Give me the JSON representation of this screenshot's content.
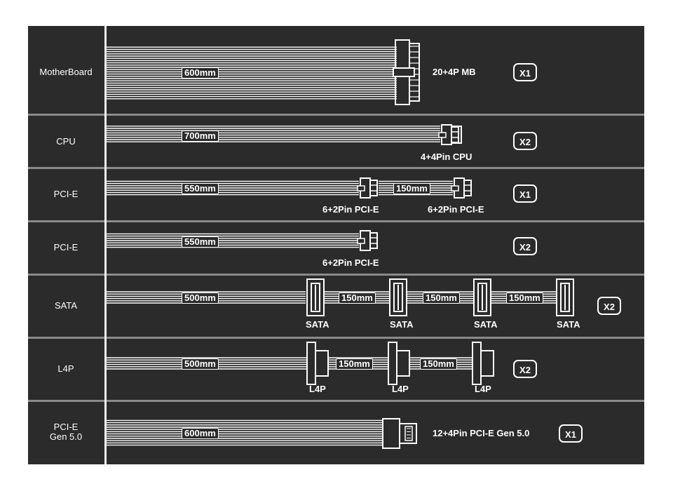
{
  "rows": [
    {
      "label": "MotherBoard",
      "cable": "600mm",
      "connectors": [
        "20+4P MB"
      ],
      "segments": [],
      "qty": "X1"
    },
    {
      "label": "CPU",
      "cable": "700mm",
      "connectors": [
        "4+4Pin CPU"
      ],
      "segments": [],
      "qty": "X2"
    },
    {
      "label": "PCI-E",
      "cable": "550mm",
      "connectors": [
        "6+2Pin PCI-E",
        "6+2Pin PCI-E"
      ],
      "segments": [
        "150mm"
      ],
      "qty": "X1"
    },
    {
      "label": "PCI-E",
      "cable": "550mm",
      "connectors": [
        "6+2Pin PCI-E"
      ],
      "segments": [],
      "qty": "X2"
    },
    {
      "label": "SATA",
      "cable": "500mm",
      "connectors": [
        "SATA",
        "SATA",
        "SATA",
        "SATA"
      ],
      "segments": [
        "150mm",
        "150mm",
        "150mm"
      ],
      "qty": "X2"
    },
    {
      "label": "L4P",
      "cable": "500mm",
      "connectors": [
        "L4P",
        "L4P",
        "L4P"
      ],
      "segments": [
        "150mm",
        "150mm"
      ],
      "qty": "X2"
    },
    {
      "label": "PCI-E\nGen 5.0",
      "label_line1": "PCI-E",
      "label_line2": "Gen 5.0",
      "cable": "600mm",
      "connectors": [
        "12+4Pin PCI-E Gen 5.0"
      ],
      "segments": [],
      "qty": "X1"
    }
  ],
  "colors": {
    "panel": "#2b2b2b",
    "divider": "#8a8a8a",
    "wire": "#ffffff",
    "background": "#ffffff"
  }
}
